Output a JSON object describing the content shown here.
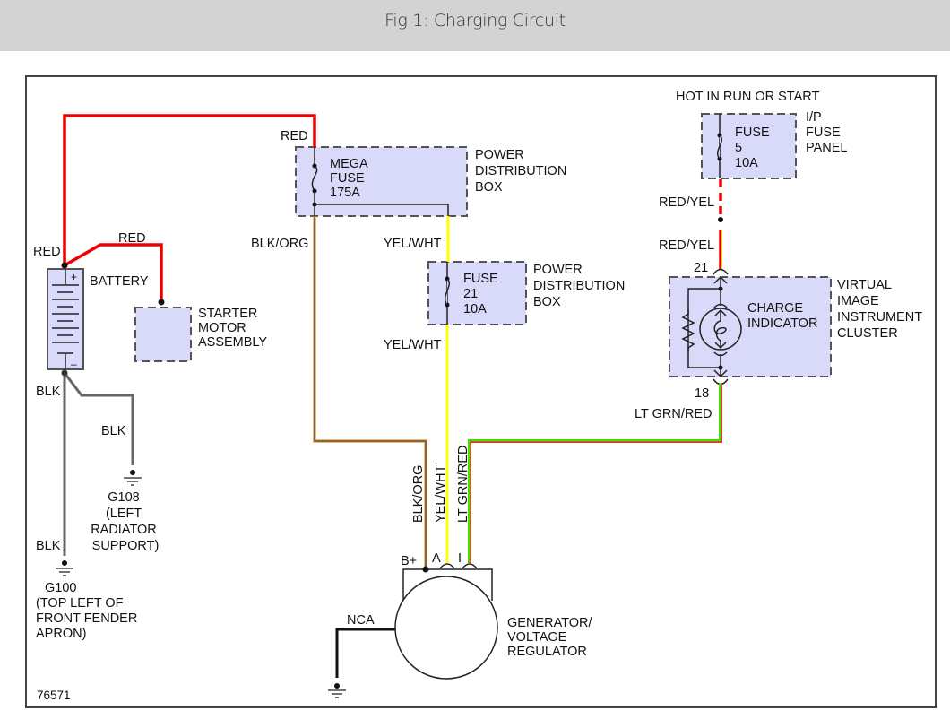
{
  "header": {
    "title": "Fig 1: Charging Circuit"
  },
  "diagram": {
    "figure_number": "76571",
    "colors": {
      "red": "#ee0000",
      "yellow": "#ffff00",
      "green": "#33ee00",
      "orange": "#f0a040",
      "black": "#111111",
      "gray": "#666666",
      "component_fill": "#d9d9fa"
    },
    "components": {
      "battery": {
        "label": "BATTERY",
        "plus": "+",
        "minus": "–"
      },
      "starter": {
        "lines": [
          "STARTER",
          "MOTOR",
          "ASSEMBLY"
        ]
      },
      "mega_fuse": {
        "lines": [
          "MEGA",
          "FUSE",
          "175A"
        ],
        "box_lines": [
          "POWER",
          "DISTRIBUTION",
          "BOX"
        ]
      },
      "fuse21": {
        "lines": [
          "FUSE",
          "21",
          "10A"
        ],
        "box_lines": [
          "POWER",
          "DISTRIBUTION",
          "BOX"
        ]
      },
      "fuse5": {
        "header": "HOT IN RUN OR START",
        "lines": [
          "FUSE",
          "5",
          "10A"
        ],
        "panel_lines": [
          "I/P",
          "FUSE",
          "PANEL"
        ]
      },
      "cluster": {
        "indicator_lines": [
          "CHARGE",
          "INDICATOR"
        ],
        "lines": [
          "VIRTUAL",
          "IMAGE",
          "INSTRUMENT",
          "CLUSTER"
        ],
        "pin_top": "21",
        "pin_bottom": "18"
      },
      "generator": {
        "lines": [
          "GENERATOR/",
          "VOLTAGE",
          "REGULATOR"
        ],
        "terminal_bplus": "B+",
        "terminal_a": "A",
        "terminal_i": "I",
        "nca": "NCA"
      },
      "g108": {
        "lines": [
          "G108",
          "(LEFT",
          "RADIATOR",
          "SUPPORT)"
        ]
      },
      "g100": {
        "lines": [
          "G100",
          "(TOP LEFT OF",
          "FRONT FENDER",
          "APRON)"
        ]
      }
    },
    "wire_labels": {
      "red_battery": "RED",
      "red_starter": "RED",
      "red_mega": "RED",
      "blk_org_top": "BLK/ORG",
      "yel_wht_top": "YEL/WHT",
      "yel_wht_bottom": "YEL/WHT",
      "red_yel_top": "RED/YEL",
      "red_yel_bottom": "RED/YEL",
      "lt_grn_red": "LT GRN/RED",
      "blk_battery": "BLK",
      "blk_g108": "BLK",
      "blk_g100": "BLK",
      "blk_org_vertical": "BLK/ORG",
      "yel_wht_vertical": "YEL/WHT",
      "lt_grn_red_vertical": "LT GRN/RED"
    }
  }
}
